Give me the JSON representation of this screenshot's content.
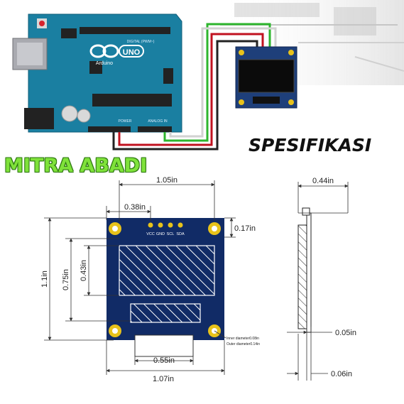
{
  "spec_title": "SPESIFIKASI",
  "brand": "MITRA ABADI",
  "arduino": {
    "logo_text": "UNO",
    "brand_text": "Arduino",
    "header_label": "DIGITAL (PWM~)",
    "power_label": "POWER",
    "analog_label": "ANALOG IN"
  },
  "oled_pins": [
    "VCC",
    "GND",
    "SCL",
    "SDA"
  ],
  "dimensions": {
    "width_top": "1.05in",
    "pin_offset": "0.38in",
    "pin_height": "0.17in",
    "height_total": "1.1in",
    "height_inner": "0.75in",
    "height_display": "0.43in",
    "bottom_tab": "0.55in",
    "width_total": "1.07in",
    "thickness": "0.44in",
    "pcb_thickness": "0.05in",
    "glass_thickness": "0.06in"
  },
  "hole_note": {
    "inner": "Inner diameter0.08in",
    "outer": "Outer diameter0.14in"
  },
  "colors": {
    "arduino_board": "#1a7fa1",
    "oled_pcb": "#112b66",
    "pad_gold": "#e8c21a",
    "brand_green": "#7fe23a",
    "wire_green": "#2db52d",
    "wire_red": "#c1121f",
    "wire_white": "#dddddd",
    "wire_black": "#222222"
  }
}
